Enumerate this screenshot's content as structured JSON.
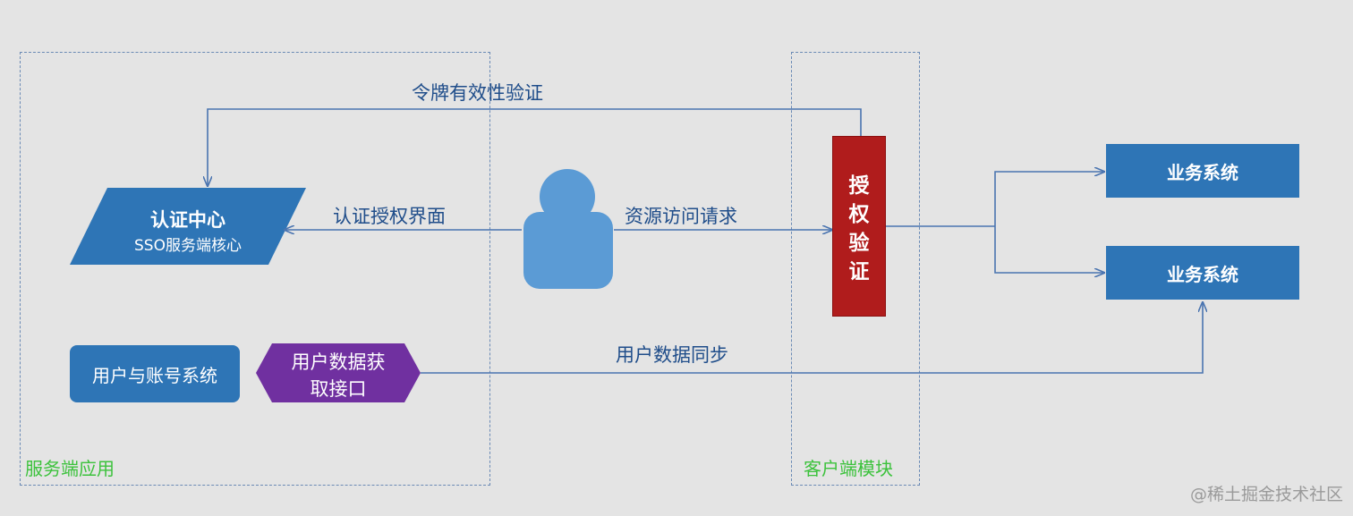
{
  "zones": {
    "server_label": "服务端应用",
    "client_label": "客户端模块"
  },
  "edges": {
    "token_validation": "令牌有效性验证",
    "auth_ui": "认证授权界面",
    "resource_request": "资源访问请求",
    "user_sync": "用户数据同步"
  },
  "nodes": {
    "auth_center_title": "认证中心",
    "auth_center_subtitle": "SSO服务端核心",
    "user_account_system": "用户与账号系统",
    "user_data_api_line1": "用户数据获",
    "user_data_api_line2": "取接口",
    "auth_check_chars": [
      "授",
      "权",
      "验",
      "证"
    ],
    "business_system_1": "业务系统",
    "business_system_2": "业务系统"
  },
  "icons": {
    "user": "user-icon"
  },
  "colors": {
    "background": "#e4e4e4",
    "zone_border": "#6a8ab5",
    "zone_label": "#3cc23c",
    "edge": "#4a74b0",
    "edge_label": "#1f4d8a",
    "node_blue": "#2e75b6",
    "node_purple": "#7030a0",
    "node_red": "#b01c1c",
    "user_icon": "#5b9bd5"
  },
  "watermark": "@稀土掘金技术社区"
}
